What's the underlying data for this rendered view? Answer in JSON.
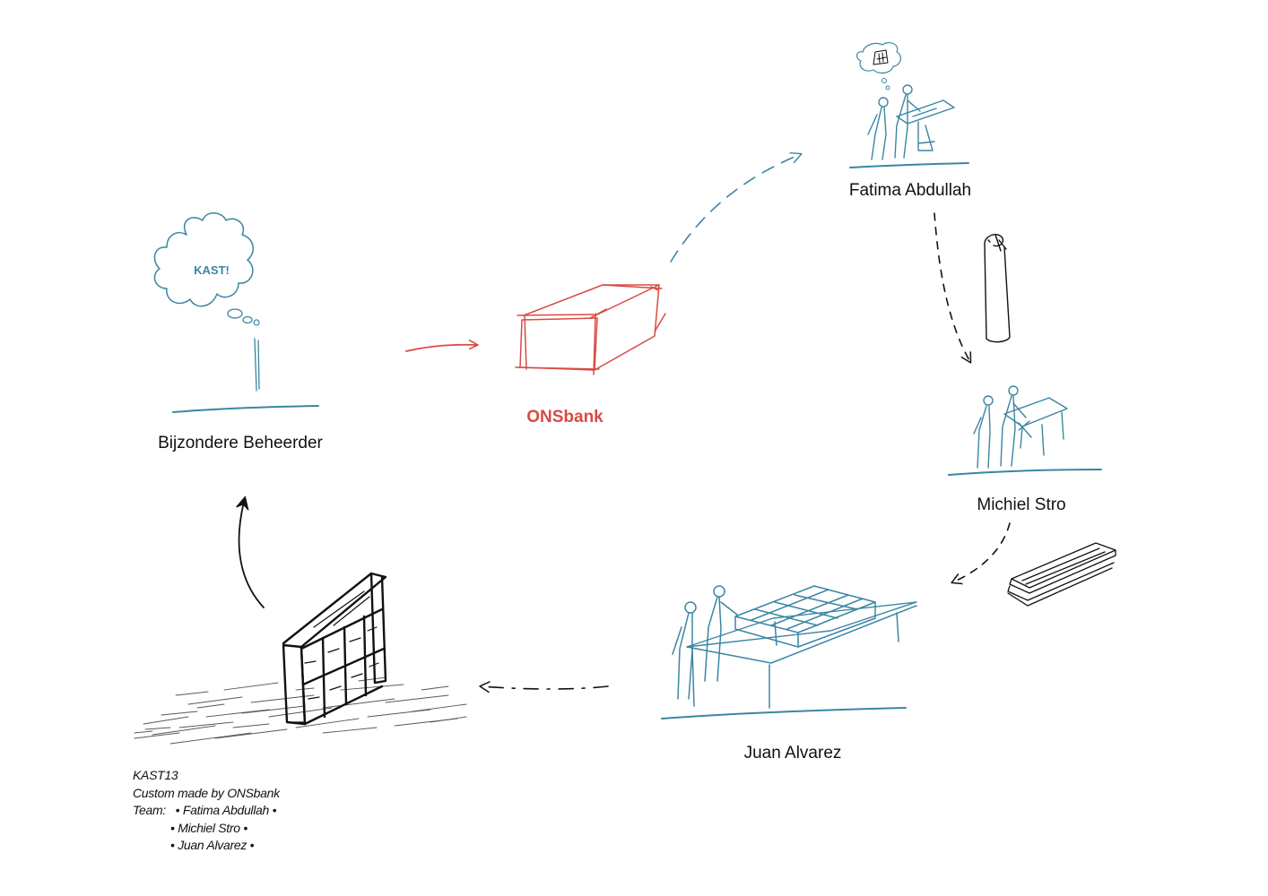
{
  "colors": {
    "teal": "#3b86a3",
    "accent_red": "#d94b43",
    "ink": "#111111"
  },
  "nodes": {
    "client": {
      "label": "Bijzondere Beheerder",
      "thought": "KAST!"
    },
    "bank": {
      "label": "ONSbank"
    },
    "designer": {
      "label": "Fatima Abdullah"
    },
    "engineer": {
      "label": "Michiel Stro"
    },
    "maker": {
      "label": "Juan Alvarez"
    }
  },
  "caption": {
    "title": "KAST13",
    "subtitle": "Custom made by ONSbank",
    "team_label": "Team:",
    "members": [
      "Fatima Abdullah",
      "Michiel Stro",
      "Juan Alvarez"
    ]
  },
  "icons": {
    "thought_cloud": "thought-cloud-icon",
    "box_sketch": "box-sketch-icon",
    "rolled_drawing": "rolled-drawing-icon",
    "planks": "planks-icon",
    "cabinet": "cabinet-icon"
  }
}
